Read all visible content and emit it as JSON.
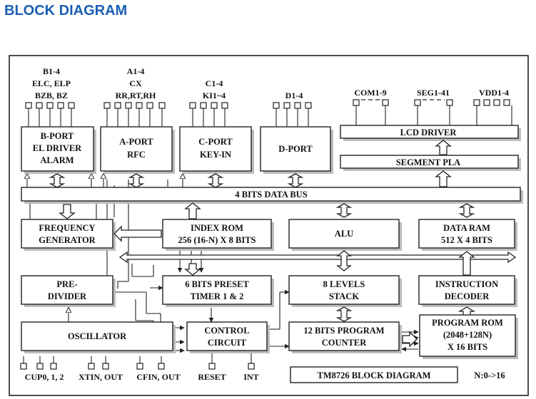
{
  "heading": "BLOCK DIAGRAM",
  "pins_top": {
    "b_port": [
      "B1-4",
      "ELC, ELP",
      "BZB, BZ"
    ],
    "a_port": [
      "A1-4",
      "CX",
      "RR,RT,RH"
    ],
    "c_port": [
      "C1-4",
      "KI1~4"
    ],
    "d_port": [
      "D1-4"
    ],
    "com": "COM1-9",
    "seg": "SEG1-41",
    "vdd": "VDD1-4"
  },
  "blocks": {
    "b_port": [
      "B-PORT",
      "EL DRIVER",
      "ALARM"
    ],
    "a_port": [
      "A-PORT",
      "RFC"
    ],
    "c_port": [
      "C-PORT",
      "KEY-IN"
    ],
    "d_port": [
      "D-PORT"
    ],
    "lcd_driver": [
      "LCD DRIVER"
    ],
    "segment_pla": [
      "SEGMENT PLA"
    ],
    "data_bus": [
      "4 BITS DATA BUS"
    ],
    "frequency_generator": [
      "FREQUENCY",
      "GENERATOR"
    ],
    "index_rom": [
      "INDEX ROM",
      "256 (16-N) X 8 BITS"
    ],
    "alu": [
      "ALU"
    ],
    "data_ram": [
      "DATA RAM",
      "512 X 4 BITS"
    ],
    "pre_divider": [
      "PRE-",
      "DIVIDER"
    ],
    "preset_timer": [
      "6 BITS PRESET",
      "TIMER 1 & 2"
    ],
    "stack": [
      "8 LEVELS",
      "STACK"
    ],
    "instruction_decoder": [
      "INSTRUCTION",
      "DECODER"
    ],
    "oscillator": [
      "OSCILLATOR"
    ],
    "control_circuit": [
      "CONTROL",
      "CIRCUIT"
    ],
    "program_counter": [
      "12 BITS PROGRAM",
      "COUNTER"
    ],
    "program_rom": [
      "PROGRAM ROM",
      "(2048+128N)",
      "X 16 BITS"
    ]
  },
  "pins_bottom": {
    "cup": "CUP0, 1, 2",
    "xtin": "XTIN, OUT",
    "cfin": "CFIN, OUT",
    "reset": "RESET",
    "int": "INT"
  },
  "caption": "TM8726 BLOCK DIAGRAM",
  "note": "N:0->16"
}
